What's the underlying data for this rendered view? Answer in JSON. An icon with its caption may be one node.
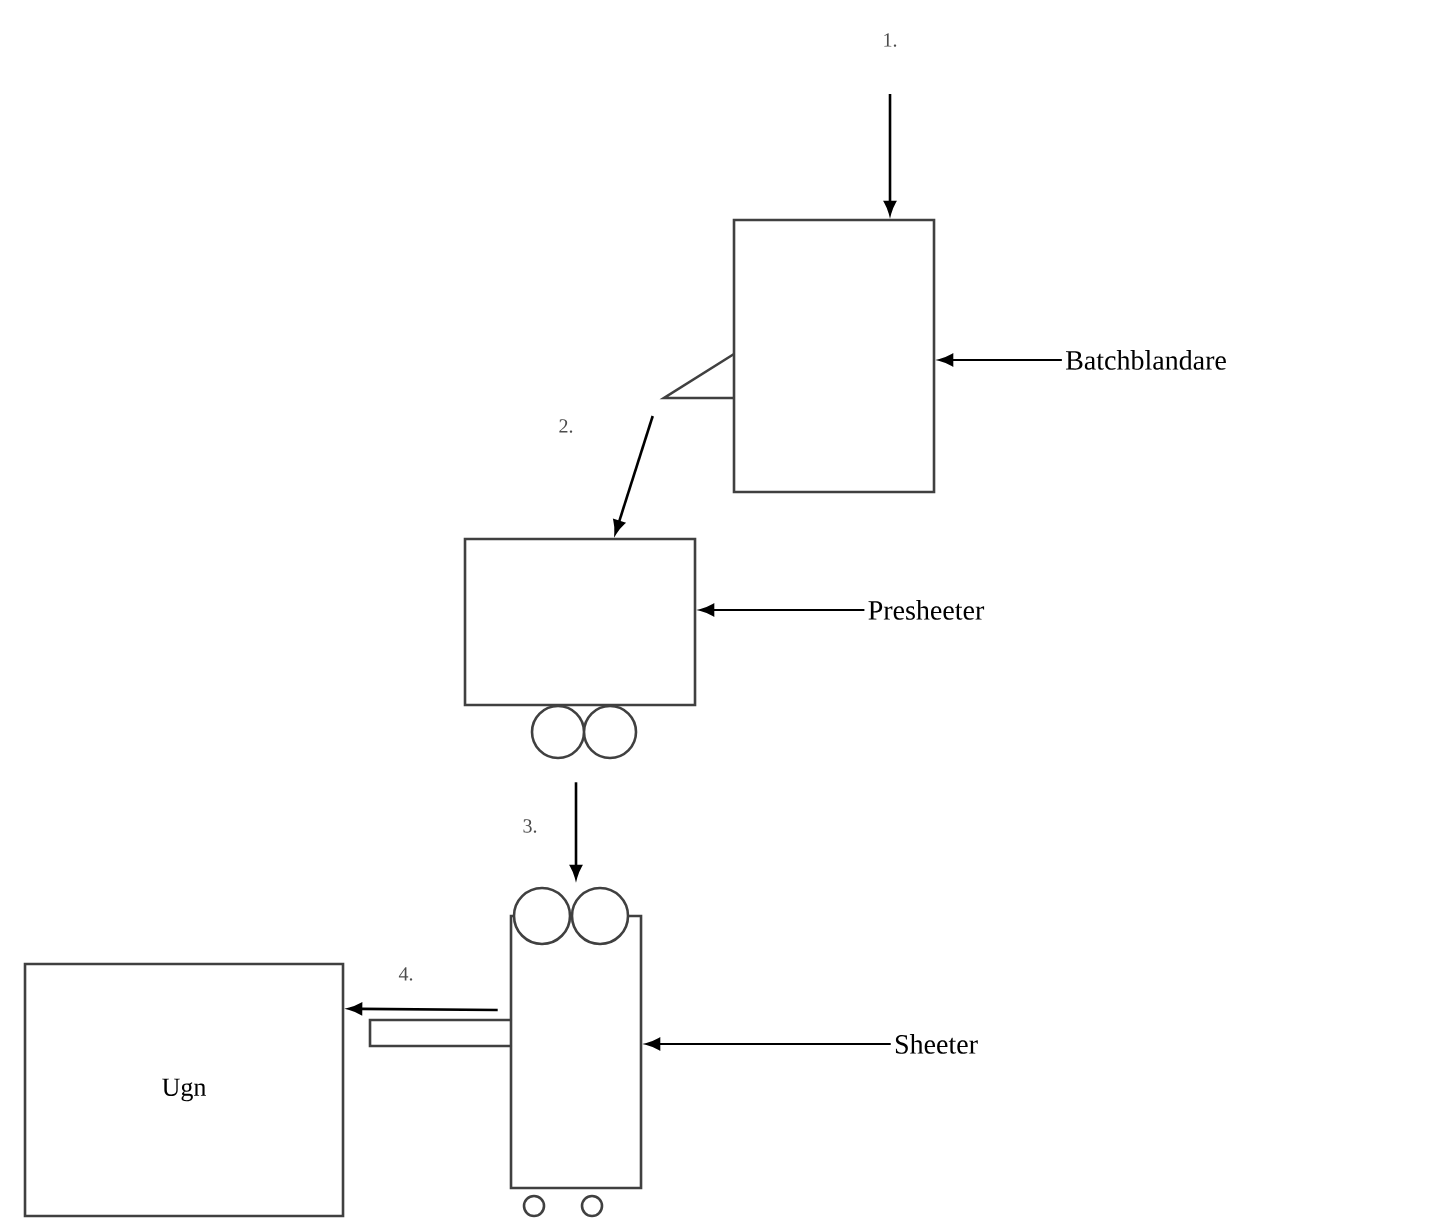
{
  "diagram": {
    "nodes": [
      {
        "text": [],
        "shape": "box"
      },
      {
        "text": [
          "Batchblandare"
        ]
      },
      {
        "text": [],
        "shape": "box"
      },
      {
        "text": [
          "Presheeter"
        ]
      },
      {
        "text": [],
        "shape": "box"
      },
      {
        "text": [
          "Sheeter"
        ]
      },
      {
        "text": [
          "Ugn"
        ]
      }
    ],
    "edges": [
      {
        "from": null,
        "to": 0,
        "arrow": "to",
        "label": "1."
      },
      {
        "from": 1,
        "to": 0,
        "arrow": "to"
      },
      {
        "from": 0,
        "to": 2,
        "arrow": "to",
        "label": "2."
      },
      {
        "from": 3,
        "to": 2,
        "arrow": "to"
      },
      {
        "from": 2,
        "to": 4,
        "arrow": "to",
        "label": "3."
      },
      {
        "from": 5,
        "to": 4,
        "arrow": "to"
      },
      {
        "from": 4,
        "to": 6,
        "arrow": "to",
        "label": "4."
      }
    ]
  }
}
